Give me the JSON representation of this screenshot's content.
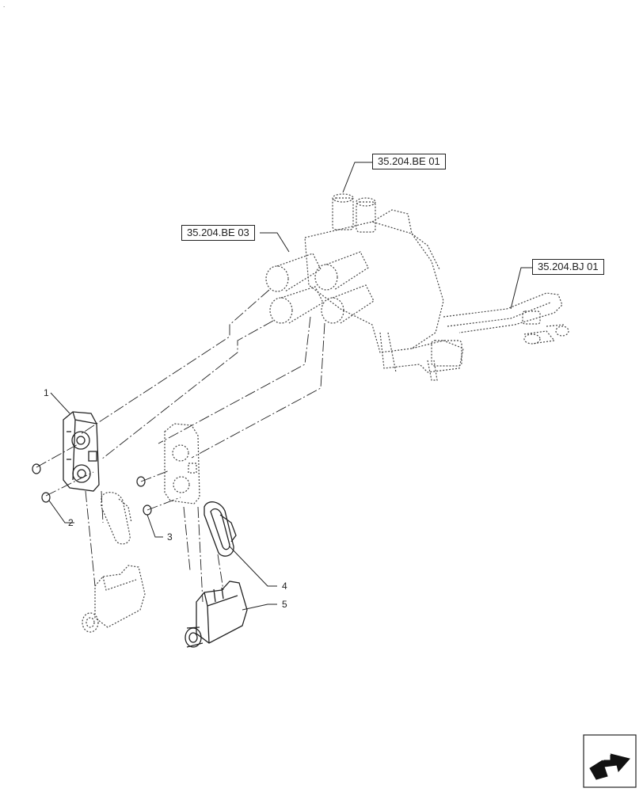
{
  "corner_mark": ".",
  "references": {
    "ref_top": "35.204.BE 01",
    "ref_left": "35.204.BE 03",
    "ref_right": "35.204.BJ 01"
  },
  "callouts": {
    "c1": "1",
    "c2": "2",
    "c3": "3",
    "c4": "4",
    "c5": "5"
  },
  "nav_icon": "arrow-next-page-icon",
  "colors": {
    "line": "#222222",
    "ghost": "#444444"
  }
}
